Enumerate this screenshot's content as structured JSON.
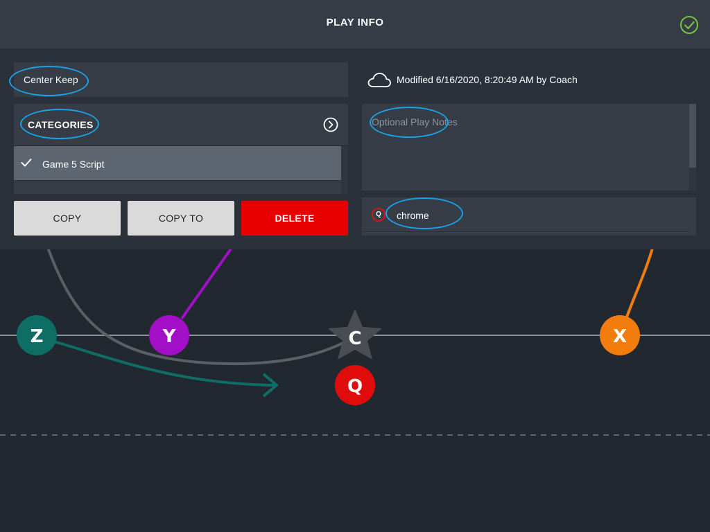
{
  "header": {
    "title": "PLAY INFO",
    "done_icon": "check-circle-icon",
    "done_color": "#76c442"
  },
  "play": {
    "name": "Center Keep",
    "modified_text": "Modified 6/16/2020, 8:20:49 AM by Coach",
    "cloud_icon": "cloud-icon",
    "notes_placeholder": "Optional Play Notes"
  },
  "categories": {
    "title": "CATEGORIES",
    "items": [
      {
        "label": "Game 5 Script",
        "checked": true
      }
    ]
  },
  "buttons": {
    "copy": "COPY",
    "copy_to": "COPY TO",
    "delete": "DELETE"
  },
  "tag": {
    "badge": "Q",
    "label": "chrome"
  },
  "field": {
    "players": [
      {
        "id": "Z",
        "color": "#0e6e66"
      },
      {
        "id": "Y",
        "color": "#a20fc6"
      },
      {
        "id": "C",
        "color": "#4a4e54",
        "shape": "star"
      },
      {
        "id": "Q",
        "color": "#e10d0d"
      },
      {
        "id": "X",
        "color": "#f27d0c"
      }
    ]
  },
  "colors": {
    "accent_red": "#e80000",
    "annotation_blue": "#1aa1e8"
  }
}
